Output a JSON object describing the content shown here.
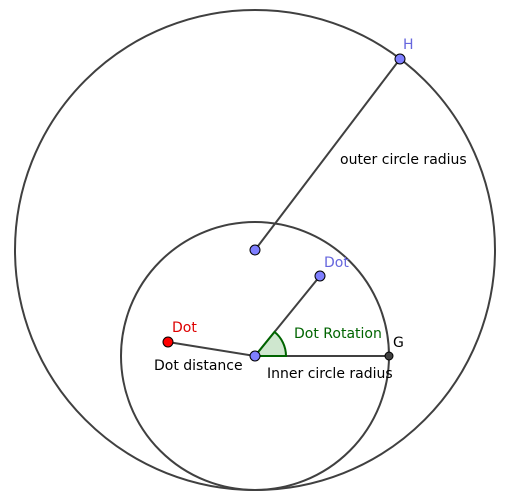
{
  "colors": {
    "background": "#ffffff",
    "stroke": "#404040",
    "free_point_fill": "#7f7fff",
    "free_point_label": "#6666dd",
    "red_point_fill": "#ff0000",
    "red_point_label": "#dd0000",
    "fixed_point_fill": "#404040",
    "text": "#000000",
    "angle_stroke": "#006400",
    "angle_fill": "#a0d0a0",
    "angle_label": "#006400"
  },
  "labels": {
    "outer_circle_radius": "outer circle radius",
    "inner_circle_radius": "Inner circle radius",
    "dot_distance": "Dot distance",
    "dot_rotation": "Dot Rotation",
    "point_h": "H",
    "point_g": "G",
    "point_dot_blue": "Dot",
    "point_dot_red": "Dot"
  },
  "icons": {
    "free_point": "blue-point-icon",
    "red_point": "red-point-icon",
    "fixed_point": "gray-point-icon"
  }
}
